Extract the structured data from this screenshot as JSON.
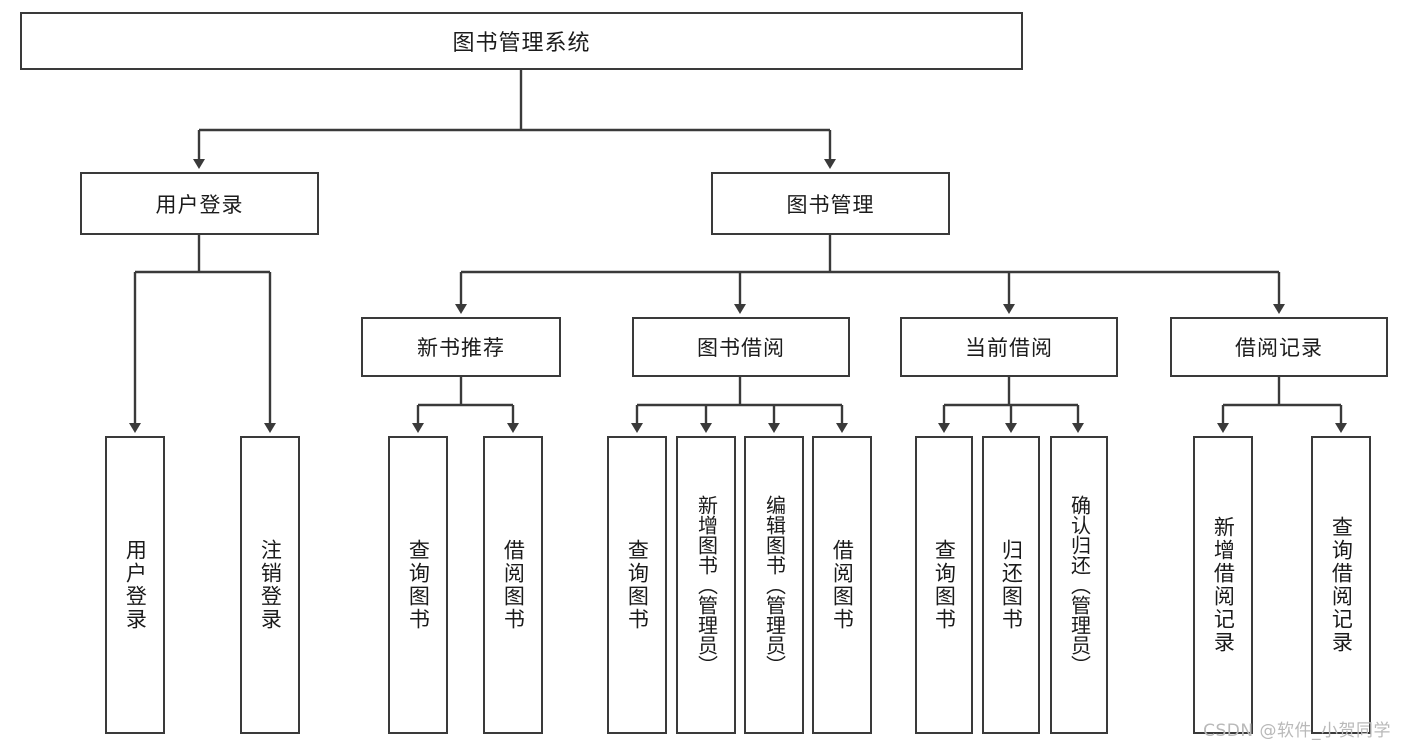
{
  "diagram": {
    "type": "tree",
    "title": "图书管理系统",
    "root": {
      "label": "图书管理系统"
    },
    "level2": [
      {
        "label": "用户登录"
      },
      {
        "label": "图书管理"
      }
    ],
    "level3": [
      {
        "label": "新书推荐"
      },
      {
        "label": "图书借阅"
      },
      {
        "label": "当前借阅"
      },
      {
        "label": "借阅记录"
      }
    ],
    "leaves": {
      "user_login": [
        {
          "label": "用户登录"
        },
        {
          "label": "注销登录"
        }
      ],
      "new_book_recommend": [
        {
          "label": "查询图书"
        },
        {
          "label": "借阅图书"
        }
      ],
      "book_borrow": [
        {
          "label": "查询图书"
        },
        {
          "label": "新增图书（管理员）"
        },
        {
          "label": "编辑图书（管理员）"
        },
        {
          "label": "借阅图书"
        }
      ],
      "current_borrow": [
        {
          "label": "查询图书"
        },
        {
          "label": "归还图书"
        },
        {
          "label": "确认归还（管理员）"
        }
      ],
      "borrow_record": [
        {
          "label": "新增借阅记录"
        },
        {
          "label": "查询借阅记录"
        }
      ]
    }
  },
  "watermark": {
    "text": "CSDN @软件_小贺同学"
  },
  "colors": {
    "stroke": "#3a3a3a",
    "background": "#ffffff",
    "text": "#1b1b1b",
    "watermark": "#b9b9b9"
  }
}
